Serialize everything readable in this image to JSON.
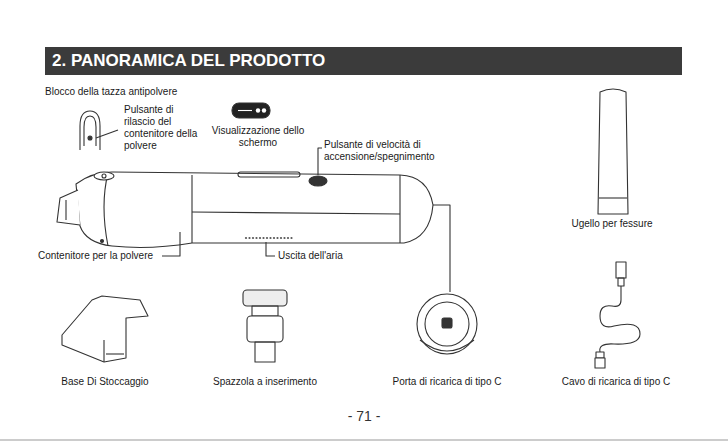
{
  "diagram": {
    "title": "2. PANORAMICA DEL PRODOTTO",
    "labels": [
      "Blocco della tazza antipolvere",
      "Pulsante di rilascio del contenitore della polvere",
      "Visualizzazione dello schermo",
      "Pulsante di velocità di accensione/spegnimento",
      "Ugello per fessure",
      "Contenitore per la polvere",
      "Uscita dell'aria",
      "Base Di Stoccaggio",
      "Spazzola a inserimento",
      "Porta di ricarica di tipo C",
      "Cavo di ricarica di tipo C",
      "- 71 -"
    ]
  }
}
